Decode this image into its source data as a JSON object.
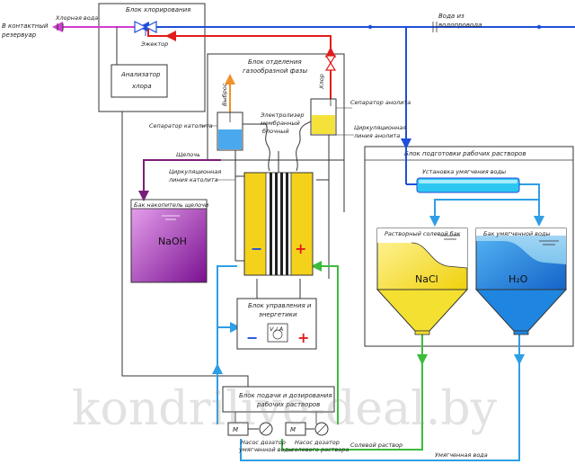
{
  "labels": {
    "chlorinated_water": "Хлорная вода",
    "to_contact_tank": "В контактный резервуар",
    "water_from_main": "Вода из водопровода",
    "chlorination_block": "Блок хлорирования",
    "ejector": "Эжектор",
    "chlorine_analyzer": "Анализатор хлора",
    "gas_separation_block": "Блок отделения газообразной фазы",
    "hydrogen_vent": "Выброс",
    "chlorine": "Хлор",
    "anolyte_separator": "Сепаратор анолита",
    "catholyte_separator": "Сепаратор католита",
    "electrolyzer_membrane": "Электролизер мембранный блочный",
    "anolyte_circulation": "Циркуляционная линия анолита",
    "alkali": "Щелочь",
    "catholyte_circulation": "Циркуляционная линия католита",
    "alkali_tank": "Бак накопитель щелочи",
    "naoh": "NaOH",
    "solutions_block": "Блок подготовки рабочих растворов",
    "softening_unit": "Установка умягчения воды",
    "brine_tank": "Растворный солевой бак",
    "soft_water_tank": "Бак умягченной воды",
    "nacl": "NaCl",
    "h2o": "H₂O",
    "control_block": "Блок управления и энергетики",
    "va_meter": "V / A",
    "dosing_block": "Блок подачи и дозирования рабочих растворов",
    "pump_soft_water": "Насос дозатор умягченной воды",
    "pump_brine": "Насос дозатор солевого раствора",
    "brine_line": "Солевой раствор",
    "soft_water_line": "Умягченная вода",
    "minus": "−",
    "plus": "+",
    "watermark": "kondrilive-deal.by"
  },
  "colors": {
    "water_blue": "#1f4fd8",
    "chlorine_red": "#e31b1b",
    "chlorinated_magenta": "#d23cd2",
    "alkali_purple": "#7a1d7a",
    "brine_green": "#3cbb3c",
    "soft_water_cyan": "#2e9ee6",
    "naoh_purple": "#8d1fa0",
    "yellow": "#f4d21c",
    "hydrogen_orange": "#f0912a"
  }
}
